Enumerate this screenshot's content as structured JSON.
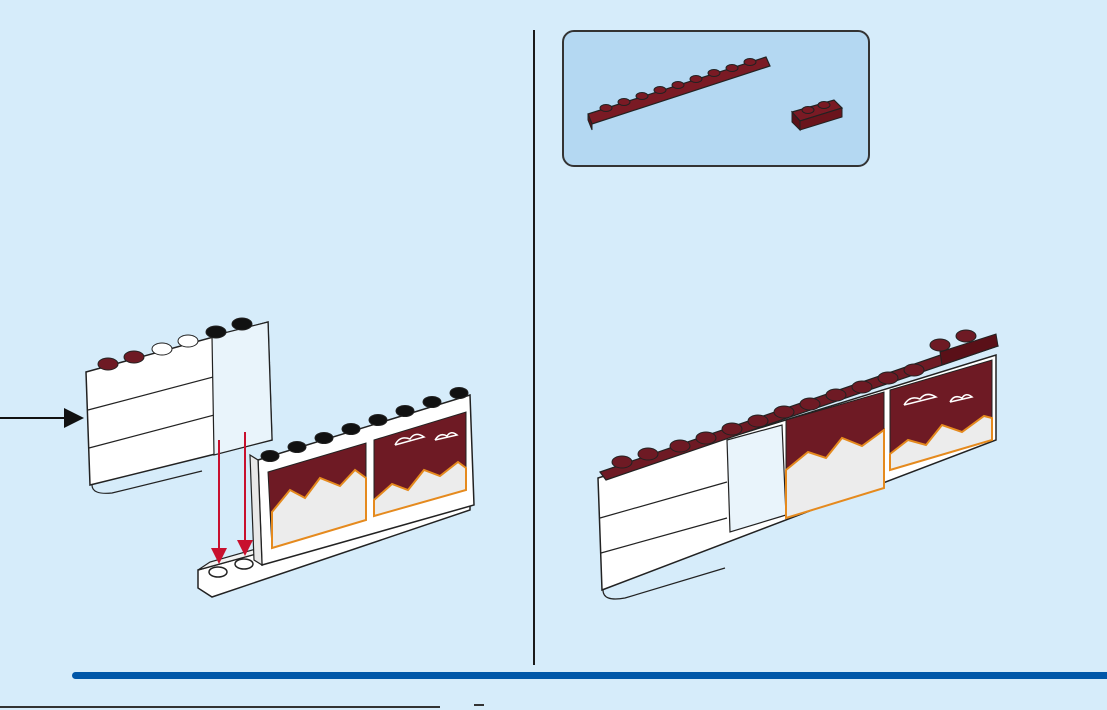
{
  "page": {
    "background": "#d6ecfa",
    "divider_color": "#1a1a1a",
    "progress_bar_color": "#0057a8"
  },
  "left_step": {
    "assembly_arrow_color": "#111111",
    "placement_arrow_color": "#c8102e",
    "parts": [
      "white-wall-stack",
      "dark-red-2x2-plate",
      "white-1x2-plates",
      "transparent-1x2-panel",
      "window-panel-mountain-left",
      "window-panel-mountain-right",
      "white-base-plate"
    ]
  },
  "parts_callout": {
    "background": "#b4d8f2",
    "border": "#333333",
    "items": [
      {
        "name": "dark-red-1x10-plate",
        "color": "#7a1a24",
        "quantity": 1
      },
      {
        "name": "dark-red-1x2-jumper-plate",
        "color": "#7a1a24",
        "quantity": 1
      }
    ]
  },
  "right_step": {
    "result": "assembled-wall-with-dark-red-top-plate",
    "colors": {
      "brick": "#ffffff",
      "accent": "#6e1a24",
      "mountain": "#e58a1e"
    }
  }
}
